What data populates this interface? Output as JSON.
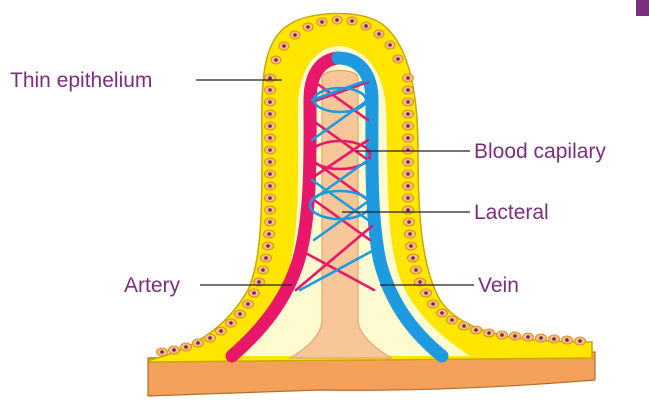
{
  "labels": {
    "thin_epithelium": "Thin epithelium",
    "blood_capillary": "Blood capilary",
    "lacteral": "Lacteral",
    "artery": "Artery",
    "vein": "Vein"
  },
  "colors": {
    "epithelium_fill": "#ffe600",
    "villus_core": "#fffbd0",
    "cell_fill": "#ffc06a",
    "cell_outline": "#d98c2a",
    "nucleus": "#6a1f8c",
    "lacteal": "#f7c79a",
    "artery": "#e8176a",
    "vein": "#1e9be0",
    "base_tissue": "#f3a15a",
    "label_text": "#7b2e7e",
    "corner_accent": "#7b2e7e"
  }
}
